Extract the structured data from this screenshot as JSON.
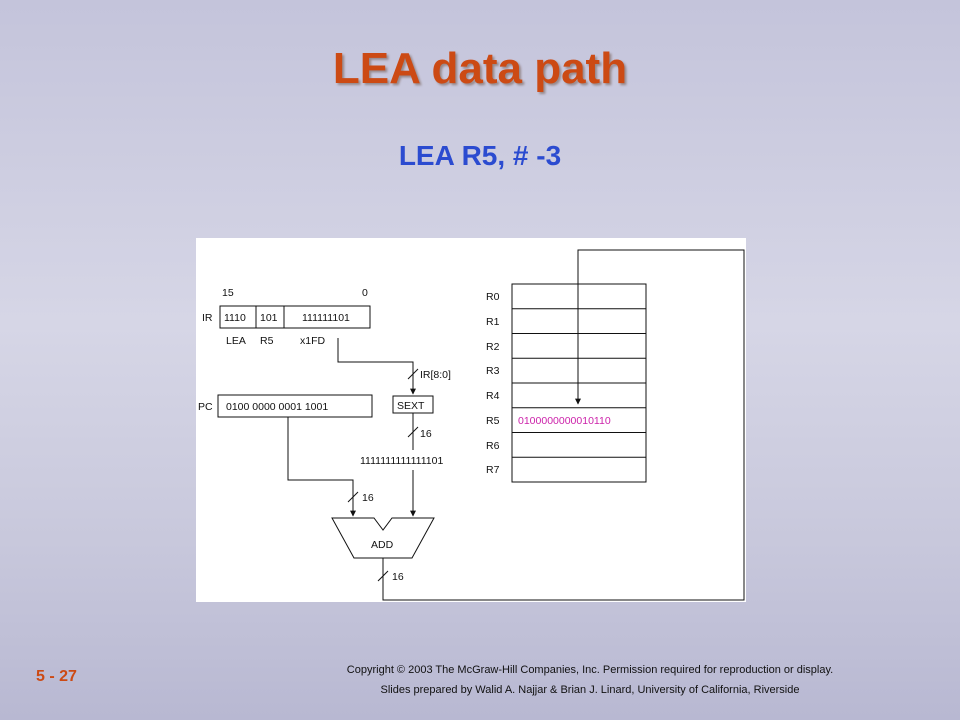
{
  "slide": {
    "title": "LEA data path",
    "subtitle": "LEA R5, # -3",
    "page_number": "5 - 27",
    "copyright": "Copyright © 2003 The McGraw-Hill Companies, Inc. Permission required for reproduction or display.",
    "credits": "Slides prepared by Walid A. Najjar & Brian J. Linard, University of California, Riverside"
  },
  "diagram": {
    "ir": {
      "label": "IR",
      "bit_high": "15",
      "bit_low": "0",
      "opcode": "1110",
      "dr": "101",
      "offset": "111111101",
      "opcode_name": "LEA",
      "dr_name": "R5",
      "offset_hex": "x1FD"
    },
    "pc": {
      "label": "PC",
      "value": "0100 0000 0001 1001"
    },
    "sext": {
      "label": "SEXT",
      "input_label": "IR[8:0]",
      "output_width": "16",
      "output_value": "1111111111111101"
    },
    "adder": {
      "label": "ADD",
      "pc_input_width": "16",
      "output_width": "16"
    },
    "register_file": {
      "registers": [
        "R0",
        "R1",
        "R2",
        "R3",
        "R4",
        "R5",
        "R6",
        "R7"
      ],
      "values": [
        "",
        "",
        "",
        "",
        "",
        "0100000000010110",
        "",
        ""
      ],
      "highlight_color": "#cc22aa"
    }
  }
}
